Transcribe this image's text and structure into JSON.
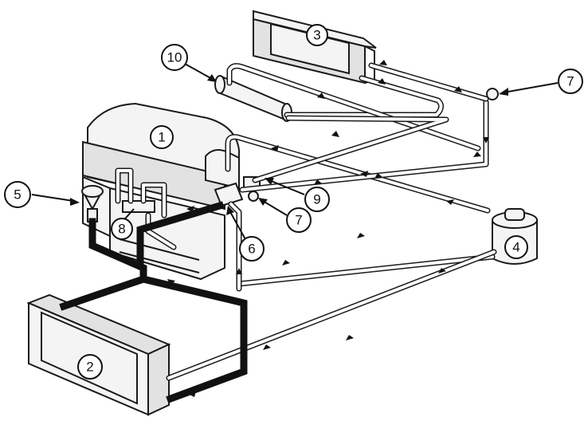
{
  "diagram": {
    "labels": [
      "1",
      "2",
      "3",
      "4",
      "5",
      "6",
      "7",
      "7",
      "8",
      "9",
      "10"
    ]
  }
}
